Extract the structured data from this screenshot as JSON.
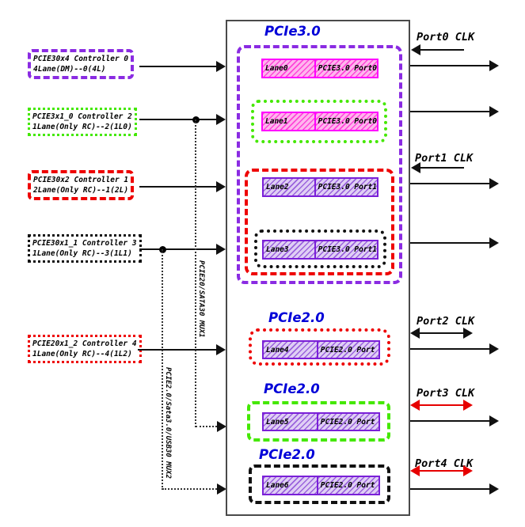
{
  "controllers": [
    {
      "line1": "PCIE30x4 Controller 0",
      "line2": "4Lane(DM)--0(4L)"
    },
    {
      "line1": "PCIE3x1_0 Controller 2",
      "line2": "1Lane(Only RC)--2(1L0)"
    },
    {
      "line1": "PCIE30x2 Controller 1",
      "line2": "2Lane(Only RC)--1(2L)"
    },
    {
      "line1": "PCIE30x1_1 Controller 3",
      "line2": "1Lane(Only RC)--3(1L1)"
    },
    {
      "line1": "PCIE20x1_2 Controller 4",
      "line2": "1Lane(Only RC)--4(1L2)"
    }
  ],
  "muxes": [
    {
      "label": "PCIE20/SATA30 MUX1"
    },
    {
      "label": "PCIE2.0/Sata3.0/USB30 MUX2"
    }
  ],
  "chip": {
    "sections": [
      {
        "title": "PCIe3.0"
      },
      {
        "title": "PCIe2.0"
      },
      {
        "title": "PCIe2.0"
      },
      {
        "title": "PCIe2.0"
      }
    ],
    "lanes": [
      {
        "name": "Lane0",
        "port": "PCIE3.0 Port0"
      },
      {
        "name": "Lane1",
        "port": "PCIE3.0 Port0"
      },
      {
        "name": "Lane2",
        "port": "PCIE3.0 Port1"
      },
      {
        "name": "Lane3",
        "port": "PCIE3.0 Port1"
      },
      {
        "name": "Lane4",
        "port": "PCIE2.0 Port"
      },
      {
        "name": "Lane5",
        "port": "PCIE2.0 Port"
      },
      {
        "name": "Lane6",
        "port": "PCIE2.0 Port"
      }
    ]
  },
  "clocks": [
    {
      "label": "Port0 CLK"
    },
    {
      "label": "Port1 CLK"
    },
    {
      "label": "Port2 CLK"
    },
    {
      "label": "Port3 CLK"
    },
    {
      "label": "Port4 CLK"
    }
  ],
  "colors": {
    "group_purple": "#8a2be2",
    "lane_magenta": "#ff00ff",
    "lane_violet": "#7a1fd8",
    "green": "#44e800",
    "red": "#ee0000",
    "black": "#111111",
    "title_blue": "#0000d8"
  }
}
